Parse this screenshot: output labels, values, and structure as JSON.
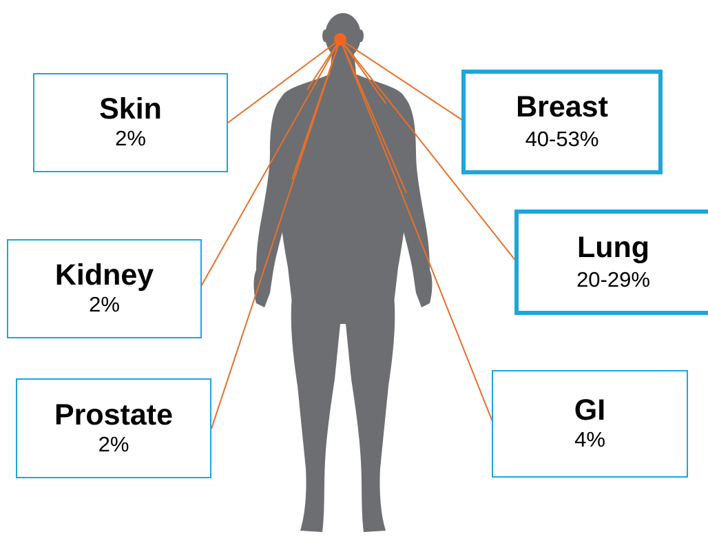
{
  "colors": {
    "box_border": "#1ba7dc",
    "connector": "#e8702a",
    "silhouette": "#6d6e71"
  },
  "icons": {
    "figure": "human-silhouette-icon",
    "origin": "origin-dot-icon"
  },
  "sites": {
    "skin": {
      "name": "Skin",
      "value": "2%"
    },
    "kidney": {
      "name": "Kidney",
      "value": "2%"
    },
    "prostate": {
      "name": "Prostate",
      "value": "2%"
    },
    "breast": {
      "name": "Breast",
      "value": "40-53%"
    },
    "lung": {
      "name": "Lung",
      "value": "20-29%"
    },
    "gi": {
      "name": "GI",
      "value": "4%"
    }
  }
}
